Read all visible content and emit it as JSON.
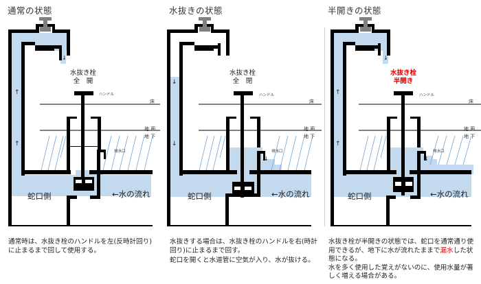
{
  "colors": {
    "water": "#c3d9ee",
    "pipe": "#000000",
    "handle_gray": "#808080",
    "ground_hatch": "#6fa8dc",
    "highlight_red": "#e00000"
  },
  "labels": {
    "handle": "ハンドル",
    "floor": "床",
    "ground_surface": "地 面",
    "underground": "地 下",
    "drain_port": "排水口",
    "faucet_side": "蛇口側",
    "water_flow": "←水の流れ",
    "arrow_up": "↑",
    "arrow_down": "↓"
  },
  "panels": [
    {
      "title": "通常の状態",
      "valve_label_line1": "水抜き栓",
      "valve_label_line2": "全　開",
      "valve_label_highlight": false,
      "flow_direction": "up",
      "description": [
        "通常時は、水抜き栓のハンドルを左(反時計回り)に止まるまで回して使用する。"
      ]
    },
    {
      "title": "水抜きの状態",
      "valve_label_line1": "水抜き栓",
      "valve_label_line2": "全　閉",
      "valve_label_highlight": false,
      "flow_direction": "down",
      "description": [
        "水抜きする場合は、水抜き栓のハンドルを右(時計回り)に止まるまで回す。",
        "蛇口を開くと水道管に空気が入り、水が抜ける。"
      ]
    },
    {
      "title": "半開きの状態",
      "valve_label_line1": "水抜き栓",
      "valve_label_line2": "半開き",
      "valve_label_highlight": true,
      "flow_direction": "up",
      "description_parts": {
        "line1": "水抜き栓が半開きの状態では、蛇口を通常通り使用できるが、地下に水が流れたままで",
        "highlight": "漏水",
        "line1_end": "した状態になる。",
        "line2": "水を多く使用した覚えがないのに、使用水量が著しく増える場合がある。"
      }
    }
  ]
}
